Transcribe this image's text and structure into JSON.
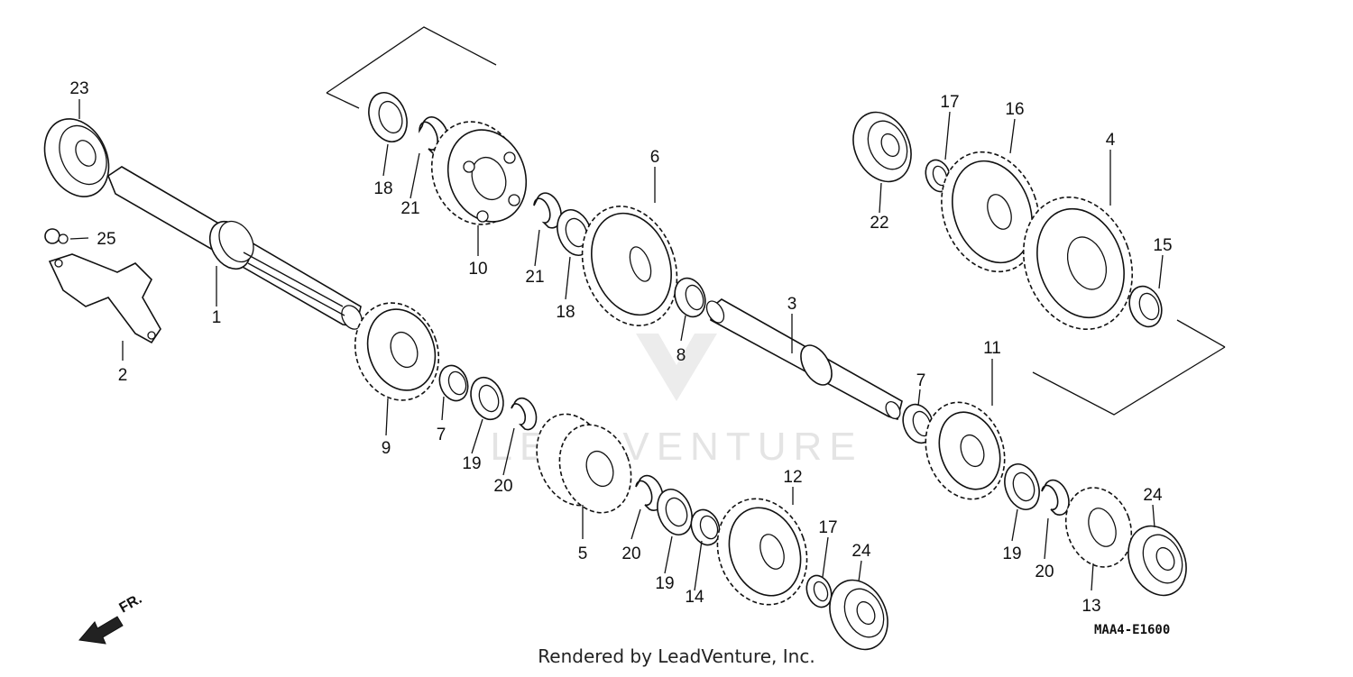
{
  "diagram_code": "MAA4-E1600",
  "direction_label": "FR.",
  "watermark": "LEADVENTURE",
  "footer": "Rendered by LeadVenture, Inc.",
  "callouts": [
    "1",
    "2",
    "3",
    "4",
    "5",
    "6",
    "7",
    "7",
    "8",
    "9",
    "10",
    "11",
    "12",
    "13",
    "14",
    "15",
    "16",
    "17",
    "17",
    "18",
    "18",
    "19",
    "19",
    "19",
    "20",
    "20",
    "20",
    "21",
    "21",
    "22",
    "23",
    "24",
    "24",
    "25"
  ]
}
